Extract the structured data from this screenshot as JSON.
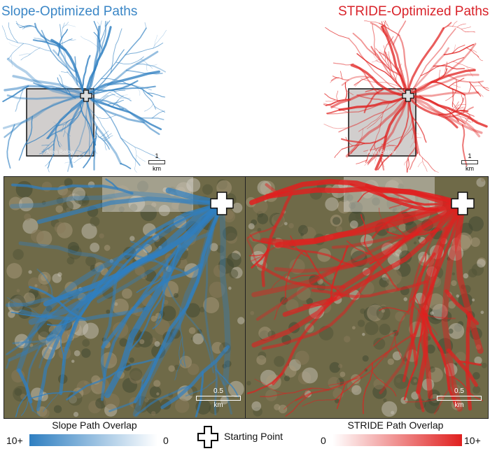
{
  "titles": {
    "slope": "Slope-Optimized Paths",
    "stride": "STRIDE-Optimized Paths"
  },
  "overview": {
    "box_label": "Area Below",
    "scale_value": "1",
    "scale_unit": "km"
  },
  "detail": {
    "scale_value": "0.5",
    "scale_unit": "km"
  },
  "legend": {
    "slope_title": "Slope Path Overlap",
    "slope_max": "10+",
    "slope_min": "0",
    "start_label": "Starting Point",
    "stride_title": "STRIDE Path Overlap",
    "stride_min": "0",
    "stride_max": "10+"
  },
  "colors": {
    "slope": "#2f7fc1",
    "stride": "#e0201f",
    "terrain": "#6f6a48"
  },
  "icons": {
    "start": "plus-cross-icon"
  }
}
